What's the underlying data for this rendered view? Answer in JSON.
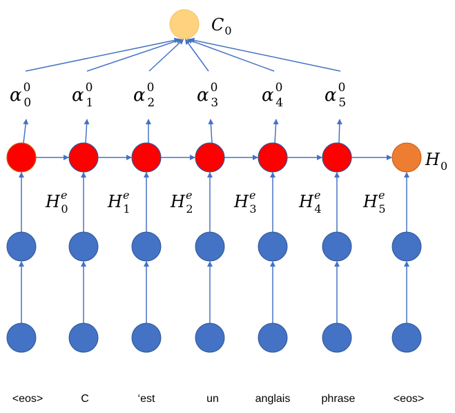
{
  "context": {
    "symbol": "C",
    "sub": "0"
  },
  "decoder_state": {
    "symbol": "H",
    "sub": "0"
  },
  "alphas": [
    {
      "symbol": "α",
      "sup": "0",
      "sub": "0"
    },
    {
      "symbol": "α",
      "sup": "0",
      "sub": "1"
    },
    {
      "symbol": "α",
      "sup": "0",
      "sub": "2"
    },
    {
      "symbol": "α",
      "sup": "0",
      "sub": "3"
    },
    {
      "symbol": "α",
      "sup": "0",
      "sub": "4"
    },
    {
      "symbol": "α",
      "sup": "0",
      "sub": "5"
    }
  ],
  "hidden_states": [
    {
      "symbol": "H",
      "sup": "e",
      "sub": "0"
    },
    {
      "symbol": "H",
      "sup": "e",
      "sub": "1"
    },
    {
      "symbol": "H",
      "sup": "e",
      "sub": "2"
    },
    {
      "symbol": "H",
      "sup": "e",
      "sub": "3"
    },
    {
      "symbol": "H",
      "sup": "e",
      "sub": "4"
    },
    {
      "symbol": "H",
      "sup": "e",
      "sub": "5"
    }
  ],
  "tokens": [
    "<eos>",
    "C",
    "‘est",
    "un",
    "anglais",
    "phrase",
    "<eos>"
  ],
  "colors": {
    "line": "#4472C4",
    "embedding_node": "#4472C4",
    "encoder_node": "#FF0000",
    "decoder_node": "#ED7D31",
    "context_node": "#FFD27F"
  }
}
